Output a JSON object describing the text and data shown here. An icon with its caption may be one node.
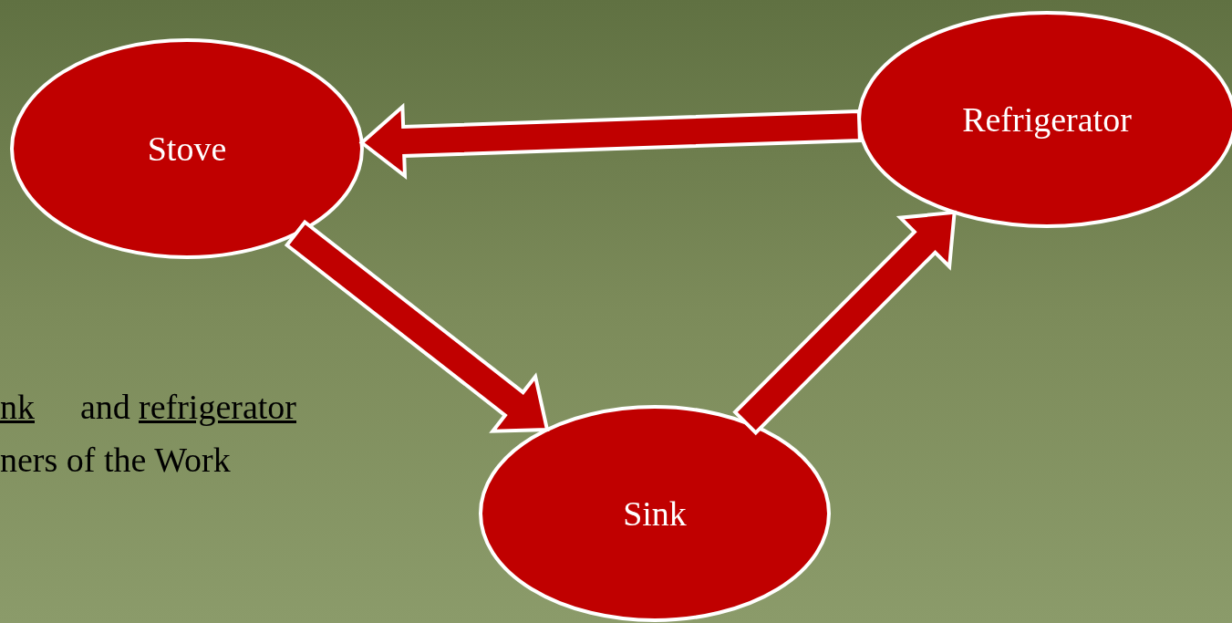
{
  "diagram": {
    "nodes": [
      {
        "text": [
          "Stove"
        ]
      },
      {
        "text": [
          "Refrigerator"
        ]
      },
      {
        "text": [
          "Sink"
        ]
      }
    ],
    "edges": [
      {
        "from": 1,
        "to": 0,
        "arrow": "to"
      },
      {
        "from": 0,
        "to": 2,
        "arrow": "to"
      },
      {
        "from": 2,
        "to": 1,
        "arrow": "to"
      }
    ],
    "labels": [
      "nk",
      "and",
      "refrigerator",
      "ners of the Work"
    ]
  }
}
